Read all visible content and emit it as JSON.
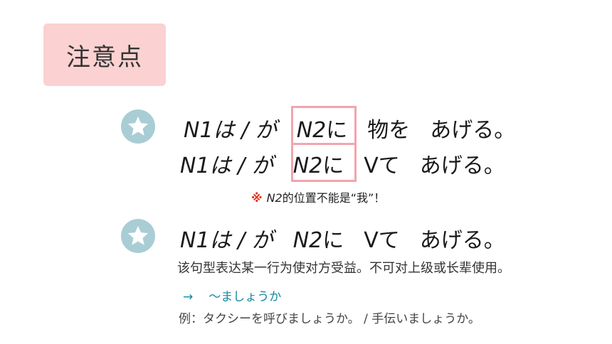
{
  "title": "注意点",
  "colors": {
    "title_bg": "#fbd1d1",
    "star_badge": "#a9cdd4",
    "highlight_border": "#f3a4ad",
    "note_mark": "#e0331e",
    "arrow_text": "#138a9e"
  },
  "icons": {
    "badge": "star-icon"
  },
  "pattern1": {
    "subject": "N1は / が",
    "object_n": "N2",
    "object_p": "に",
    "thing": "物を",
    "verb": "あげる。"
  },
  "pattern2": {
    "subject": "N1は / が",
    "object_n": "N2",
    "object_p": "に",
    "vte": "Vて",
    "verb": "あげる。"
  },
  "note": {
    "mark": "※",
    "n": "N2",
    "text": "的位置不能是“我”！"
  },
  "pattern3": {
    "subject": "N1は / が",
    "object_n": "N2",
    "object_p": "に",
    "vte": "Vて",
    "verb": "あげる。"
  },
  "description": "该句型表达某一行为使对方受益。不可对上级或长辈使用。",
  "alternative": {
    "arrow": "→",
    "text": "～ましょうか"
  },
  "example": "例：タクシーを呼びましょうか。 / 手伝いましょうか。"
}
